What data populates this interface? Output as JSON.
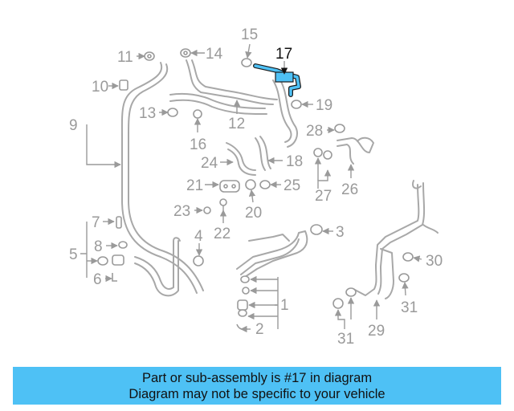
{
  "diagram": {
    "highlight_color": "#4ec1f5",
    "labels": [
      "1",
      "2",
      "3",
      "4",
      "5",
      "6",
      "7",
      "8",
      "9",
      "10",
      "11",
      "12",
      "13",
      "14",
      "15",
      "16",
      "17",
      "18",
      "19",
      "20",
      "21",
      "22",
      "23",
      "24",
      "25",
      "26",
      "27",
      "28",
      "29",
      "30",
      "31",
      "31"
    ],
    "highlighted_part": "17"
  },
  "banner": {
    "line1": "Part or sub-assembly is #17 in diagram",
    "line2": "Diagram may not be specific to your vehicle",
    "background": "#4ec1f5"
  }
}
